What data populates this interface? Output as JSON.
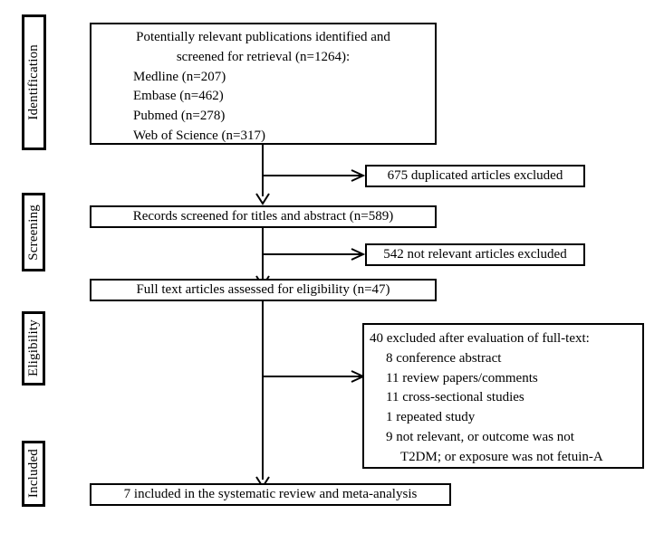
{
  "diagram": {
    "type": "prisma-flow-diagram",
    "title": "",
    "stages": [
      {
        "id": "identification",
        "label": "Identification"
      },
      {
        "id": "screening",
        "label": "Screening"
      },
      {
        "id": "eligibility",
        "label": "Eligibility"
      },
      {
        "id": "included",
        "label": "Included"
      }
    ],
    "boxes": {
      "identification": {
        "name": "identification-box",
        "lines": [
          "Potentially relevant publications identified and",
          "screened for retrieval (n=1264):",
          "Medline (n=207)",
          "Embase (n=462)",
          "Pubmed (n=278)",
          "Web of Science (n=317)"
        ]
      },
      "duplicates_excluded": {
        "name": "duplicates-excluded-box",
        "text": "675 duplicated articles excluded"
      },
      "records_screened": {
        "name": "records-screened-box",
        "text": "Records screened for titles and abstract (n=589)"
      },
      "not_relevant_excluded": {
        "name": "not-relevant-excluded-box",
        "text": "542 not relevant articles excluded"
      },
      "full_text_assessed": {
        "name": "full-text-assessed-box",
        "text": "Full text articles assessed for eligibility (n=47)"
      },
      "full_text_excluded": {
        "name": "full-text-excluded-box",
        "lines": [
          "40 excluded after evaluation of full-text:",
          "8 conference abstract",
          "11 review papers/comments",
          "11 cross-sectional studies",
          "1 repeated study",
          "9 not relevant, or outcome was not",
          "T2DM; or exposure was not fetuin-A"
        ]
      },
      "included": {
        "name": "included-box",
        "text": "7 included in the systematic review and meta-analysis"
      }
    },
    "counts": {
      "total_screened": 1264,
      "medline": 207,
      "embase": 462,
      "pubmed": 278,
      "web_of_science": 317,
      "duplicates_excluded": 675,
      "records_screened": 589,
      "not_relevant_excluded": 542,
      "full_text_assessed": 47,
      "full_text_excluded": 40,
      "conference_abstract": 8,
      "review_papers_comments": 11,
      "cross_sectional_studies": 11,
      "repeated_study": 1,
      "not_relevant_outcome": 9,
      "included_studies": 7
    },
    "colors": {
      "line": "#000000",
      "background": "#ffffff",
      "text": "#000000"
    }
  }
}
